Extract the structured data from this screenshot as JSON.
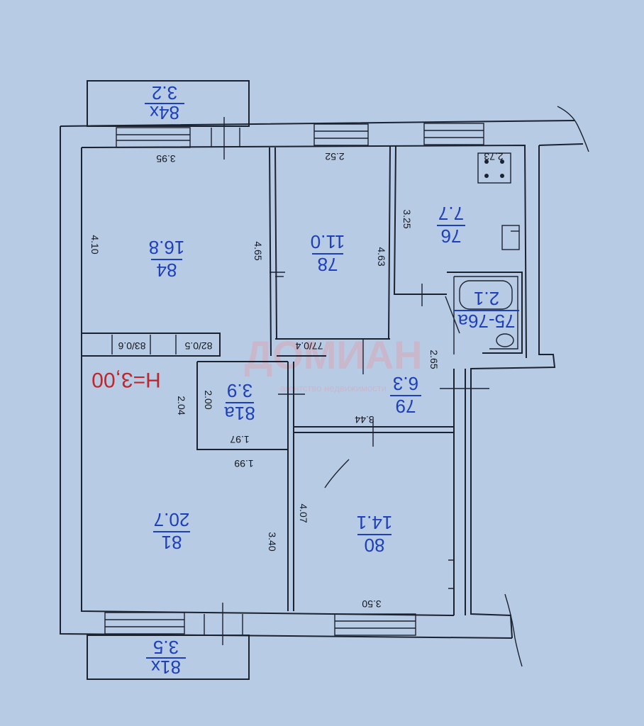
{
  "height_label": "H=3,00",
  "watermark": {
    "title": "ДОМИАН",
    "subtitle": "агентство недвижимости"
  },
  "balconies": {
    "top": {
      "num": "84x",
      "area": "3.2"
    },
    "bottom": {
      "num": "81x",
      "area": "3.5"
    }
  },
  "rooms": {
    "r84": {
      "num": "84",
      "area": "16.8"
    },
    "r78": {
      "num": "78",
      "area": "11.0"
    },
    "r76": {
      "num": "76",
      "area": "7.7"
    },
    "r75": {
      "num": "75-76a",
      "area": "2.1"
    },
    "r79": {
      "num": "79",
      "area": "6.3"
    },
    "r81a": {
      "num": "81a",
      "area": "3.9"
    },
    "r81": {
      "num": "81",
      "area": "20.7"
    },
    "r80": {
      "num": "80",
      "area": "14.1"
    },
    "r77": {
      "label": "77/0.4"
    },
    "r82": {
      "label": "82/0.5"
    },
    "r83": {
      "label": "83/0.6"
    }
  },
  "dims": {
    "d395": "3.95",
    "d252": "2.52",
    "d273": "2.73",
    "d410": "4.10",
    "d465": "4.65",
    "d463": "4.63",
    "d325": "3.25",
    "d265": "2.65",
    "d344": "3.44",
    "d204": "2.04",
    "d200": "2.00",
    "d197": "1.97",
    "d199": "1.99",
    "d407": "4.07",
    "d340": "3.40",
    "d350": "3.50"
  }
}
